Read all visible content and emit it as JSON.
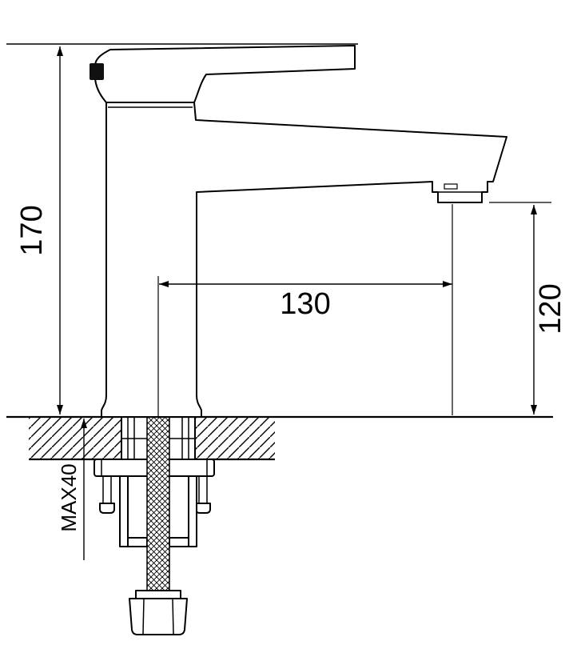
{
  "page": {
    "background": "#ffffff"
  },
  "drawing": {
    "subject": "Single-lever basin faucet, side elevation with under-counter mounting hardware",
    "style": "black-line technical drawing on white",
    "line_color": "#000000",
    "dimensions": {
      "overall_height": {
        "label": "170",
        "orientation": "vertical",
        "location": "left"
      },
      "spout_reach": {
        "label": "130",
        "orientation": "horizontal",
        "location": "center"
      },
      "outlet_height": {
        "label": "120",
        "orientation": "vertical",
        "location": "right"
      },
      "max_deck_thickness": {
        "label": "MAX40",
        "orientation": "vertical",
        "location": "lower-left"
      }
    }
  }
}
